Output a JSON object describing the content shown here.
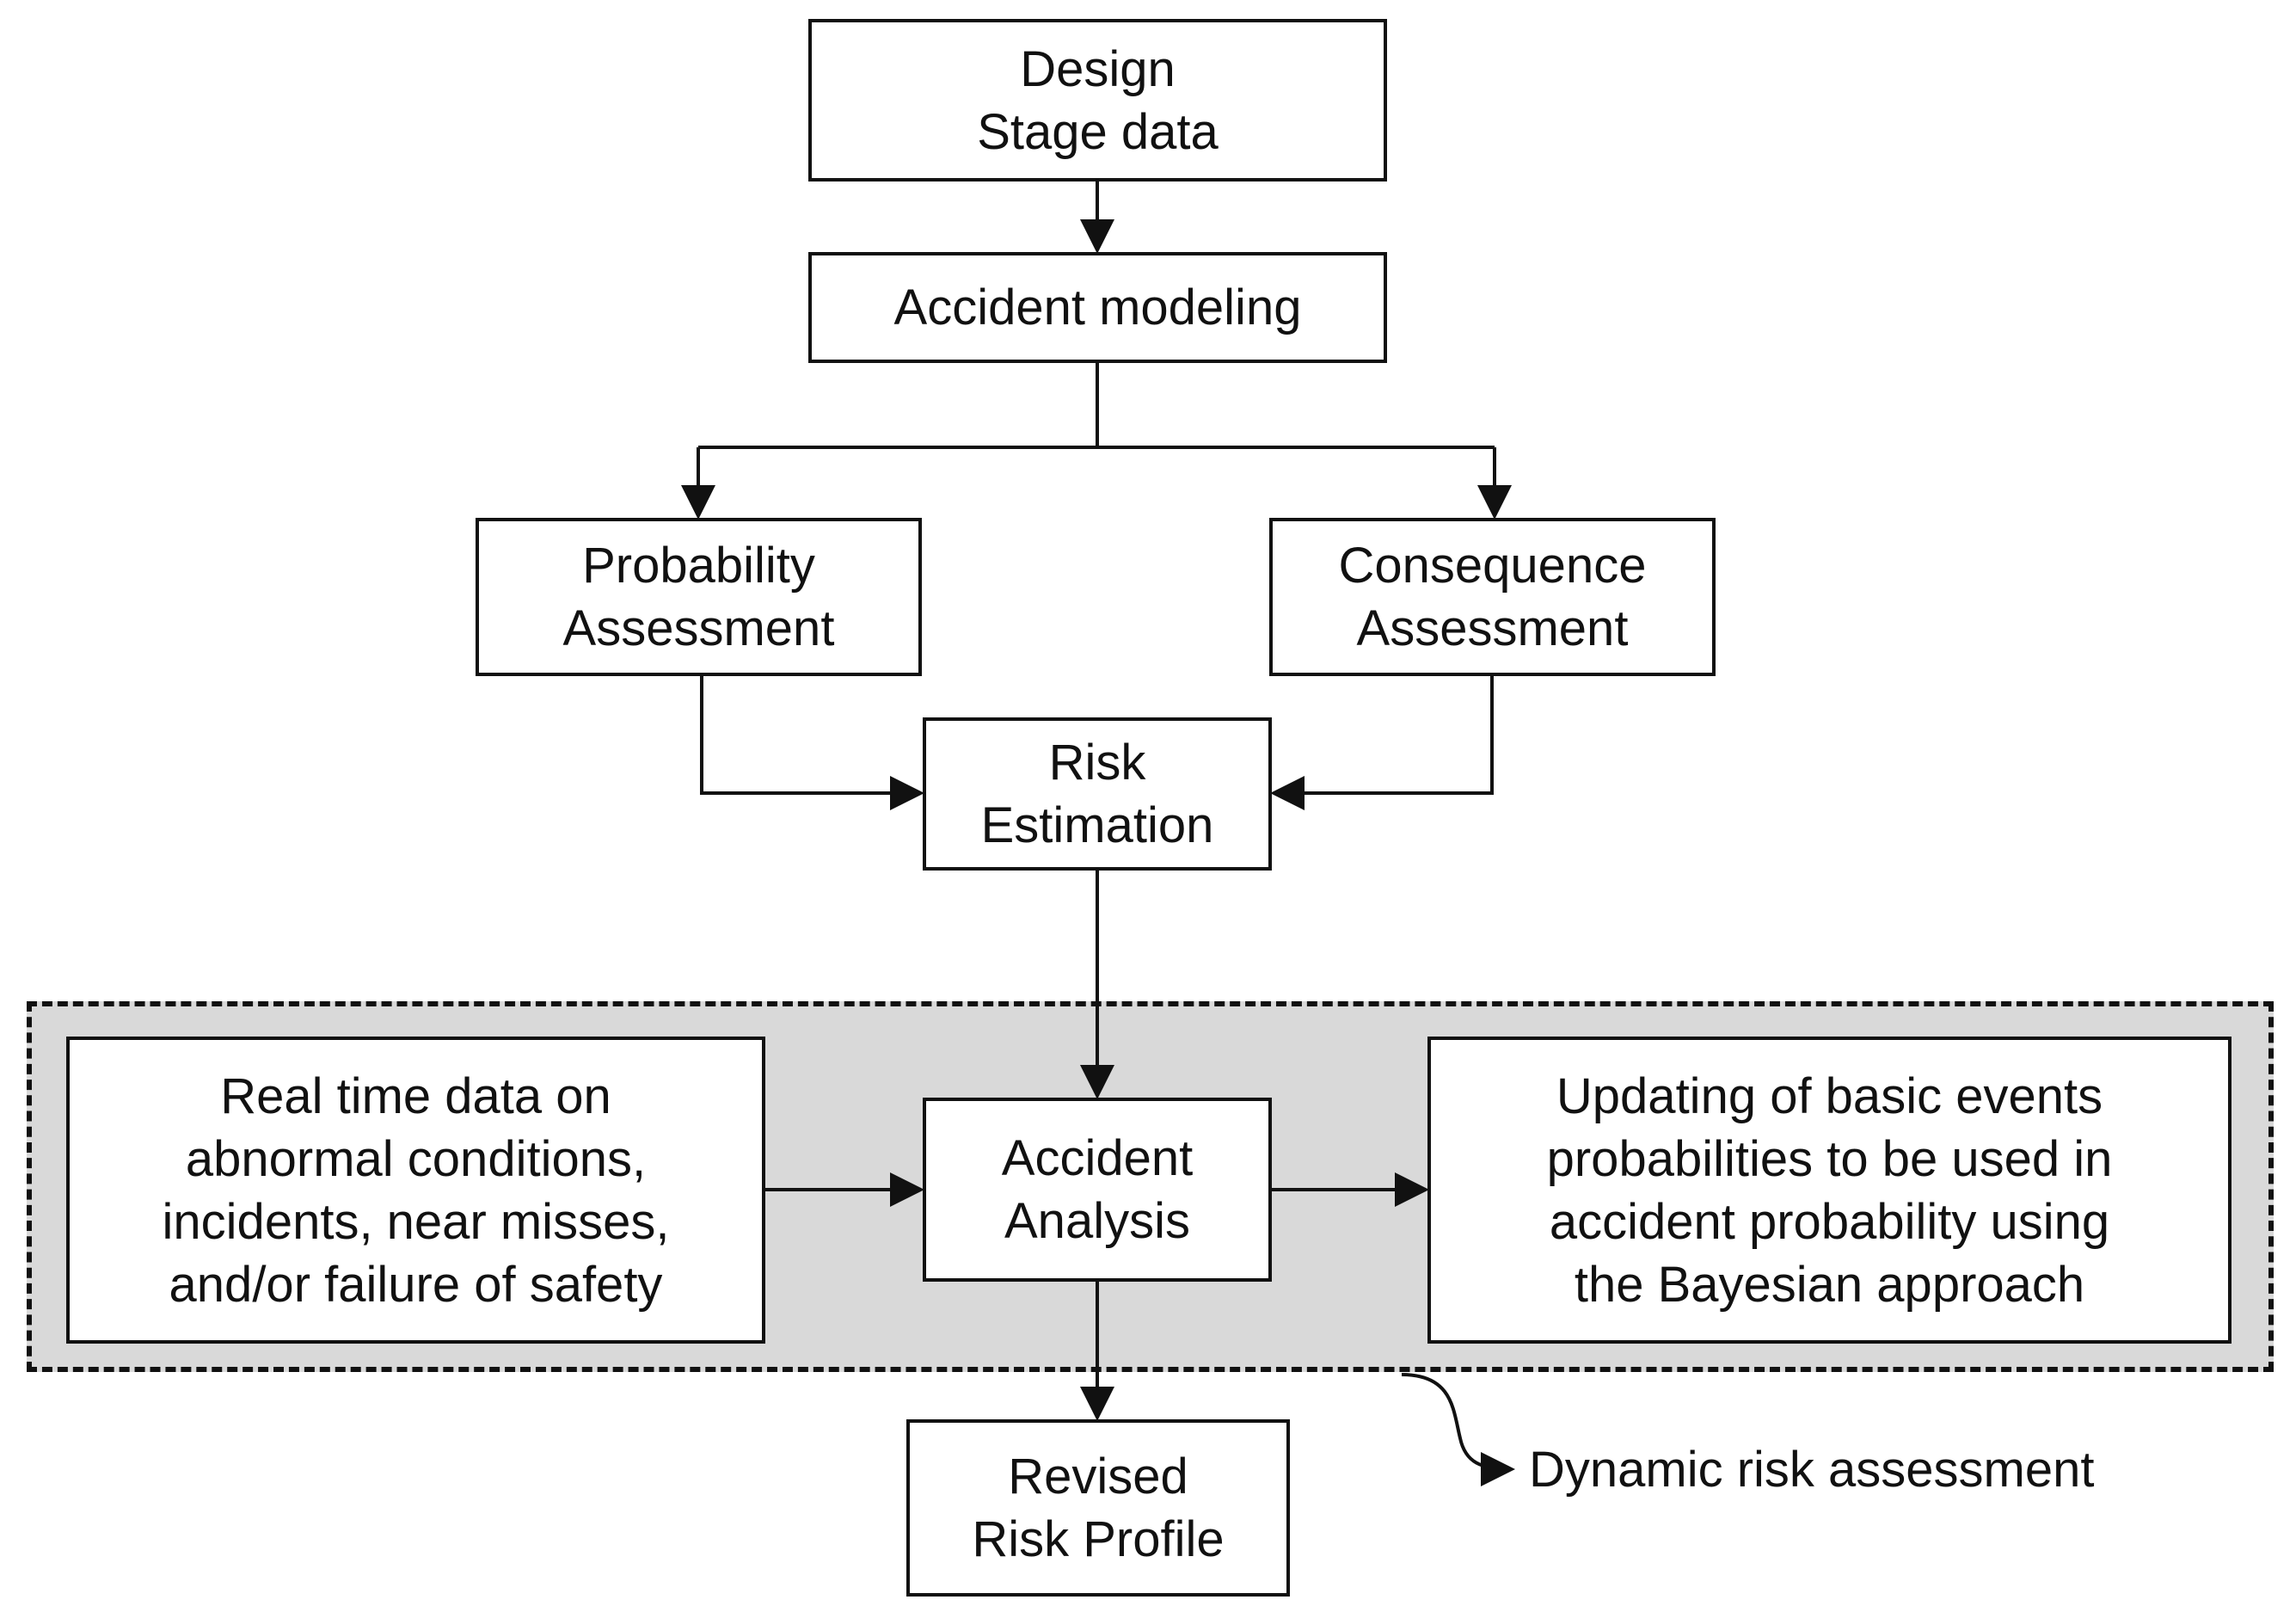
{
  "diagram": {
    "nodes": {
      "design_stage": "Design\nStage data",
      "accident_modeling": "Accident modeling",
      "probability_assessment": "Probability\nAssessment",
      "consequence_assessment": "Consequence\nAssessment",
      "risk_estimation": "Risk\nEstimation",
      "real_time_data": "Real time data on\nabnormal conditions,\nincidents, near misses,\nand/or failure of safety",
      "accident_analysis": "Accident\nAnalysis",
      "updating_probabilities": "Updating of basic events\nprobabilities to be used in\naccident probability using\nthe Bayesian approach",
      "revised_risk_profile": "Revised\nRisk Profile"
    },
    "region_label": "Dynamic risk assessment",
    "edges": [
      [
        "design_stage",
        "accident_modeling"
      ],
      [
        "accident_modeling",
        "probability_assessment"
      ],
      [
        "accident_modeling",
        "consequence_assessment"
      ],
      [
        "probability_assessment",
        "risk_estimation"
      ],
      [
        "consequence_assessment",
        "risk_estimation"
      ],
      [
        "risk_estimation",
        "accident_analysis"
      ],
      [
        "real_time_data",
        "accident_analysis"
      ],
      [
        "accident_analysis",
        "updating_probabilities"
      ],
      [
        "accident_analysis",
        "revised_risk_profile"
      ]
    ]
  }
}
